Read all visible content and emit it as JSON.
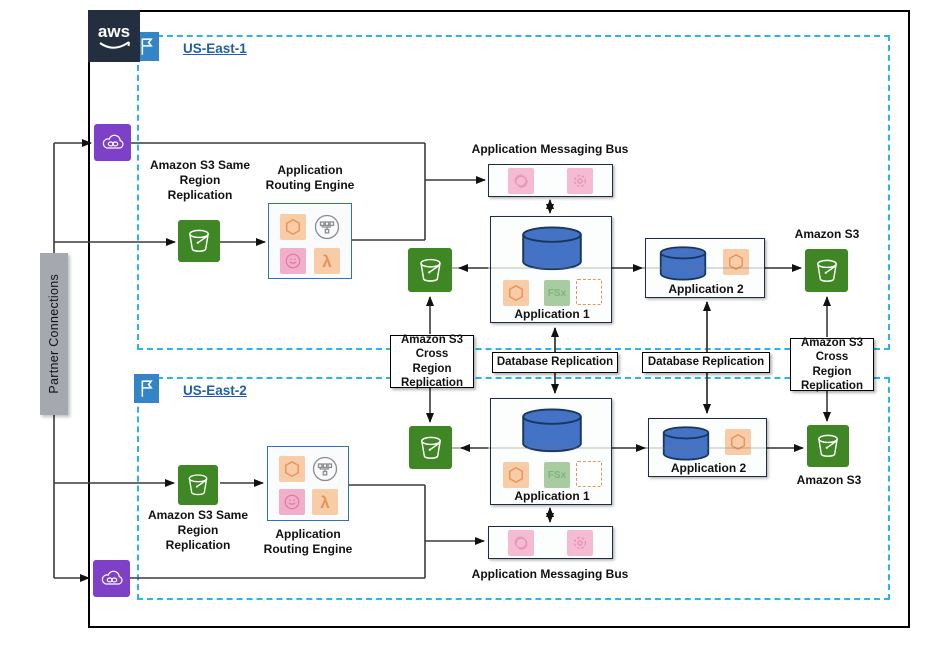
{
  "logo": {
    "text": "aws"
  },
  "partner_connections": {
    "label": "Partner Connections"
  },
  "region1": {
    "name": "US-East-1",
    "s3_same_region": {
      "label": "Amazon S3 Same Region Replication"
    },
    "routing_engine": {
      "label": "Application Routing Engine",
      "lambda_glyph": "λ"
    },
    "messaging_bus": {
      "label": "Application Messaging Bus"
    },
    "application1": {
      "label": "Application 1",
      "fsx_label": "FSx"
    },
    "application2": {
      "label": "Application 2"
    },
    "s3": {
      "label": "Amazon S3"
    }
  },
  "region2": {
    "name": "US-East-2",
    "s3_same_region": {
      "label": "Amazon S3 Same Region Replication"
    },
    "routing_engine": {
      "label": "Application Routing Engine",
      "lambda_glyph": "λ"
    },
    "messaging_bus": {
      "label": "Application Messaging Bus"
    },
    "application1": {
      "label": "Application 1",
      "fsx_label": "FSx"
    },
    "application2": {
      "label": "Application 2"
    },
    "s3": {
      "label": "Amazon S3"
    }
  },
  "replication": {
    "crr_left": {
      "label": "Amazon S3 Cross Region Replication"
    },
    "crr_right": {
      "label": "Amazon S3 Cross Region Replication"
    },
    "db_left": {
      "label": "Database Replication"
    },
    "db_right": {
      "label": "Database Replication"
    }
  },
  "icons": {
    "aws_logo": "aws-smile-logo",
    "region_flag": "region-flag-icon",
    "s3_bucket": "s3-bucket-icon",
    "partner_cloud": "cloud-link-icon",
    "hexagon_service": "hexagon-service-icon",
    "fanout_service": "fanout-tree-icon",
    "face_service": "face-service-icon",
    "lambda_service": "lambda-icon",
    "messaging": "circular-arrows-icon",
    "database": "database-cylinder-icon",
    "compute_chip": "dashed-chip-icon"
  },
  "colors": {
    "region_border": "#29B5E8",
    "region_label": "#1F5FAD",
    "s3_green": "#3F8624",
    "cloud_purple": "#7D40C6",
    "flag_blue": "#3385C6",
    "database_blue": "#4472C4",
    "logo_navy": "#232F3E",
    "partner_gray": "#A5A9AF"
  }
}
